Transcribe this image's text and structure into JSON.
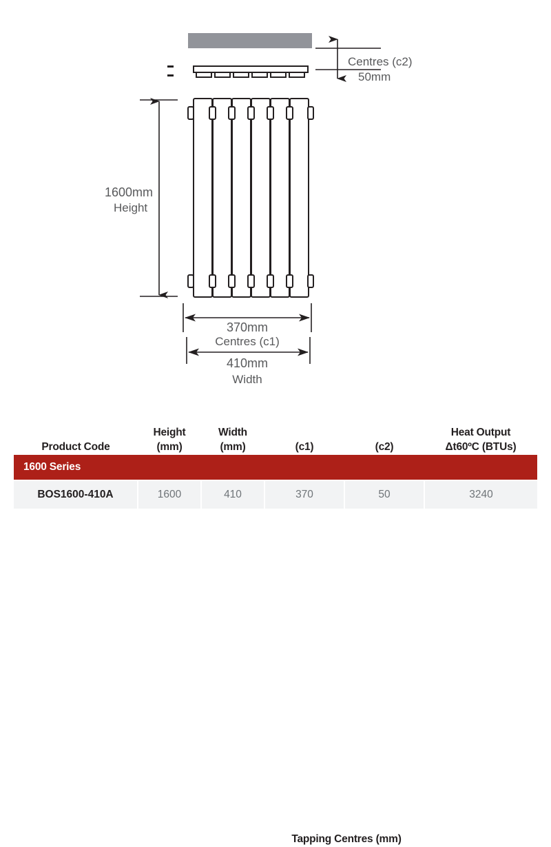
{
  "diagram": {
    "title": "radiator-technical-drawing",
    "colors": {
      "wall_gray": "#92949a",
      "line": "#231f20",
      "text": "#58595b",
      "accent_red": "#ad2018"
    },
    "labels": {
      "centres_c2_line1": "Centres (c2)",
      "centres_c2_line2": "50mm",
      "height_line1": "1600mm",
      "height_line2": "Height",
      "tapping_370": "370mm",
      "centres_c1": "Centres (c1)",
      "width_value": "410mm",
      "width_word": "Width"
    },
    "panel_count": 6
  },
  "table": {
    "headers": {
      "product_code": "Product Code",
      "height_l1": "Height",
      "height_l2": "(mm)",
      "width_l1": "Width",
      "width_l2": "(mm)",
      "tapping_l1": "Tapping Centres (mm)",
      "tapping_c1": "(c1)",
      "tapping_c2": "(c2)",
      "heat_l1": "Heat Output",
      "heat_l2": "Δt60ºC (BTUs)"
    },
    "series_label": "1600 Series",
    "rows": [
      {
        "code": "BOS1600-410A",
        "height": "1600",
        "width": "410",
        "c1": "370",
        "c2": "50",
        "btus": "3240"
      }
    ]
  }
}
